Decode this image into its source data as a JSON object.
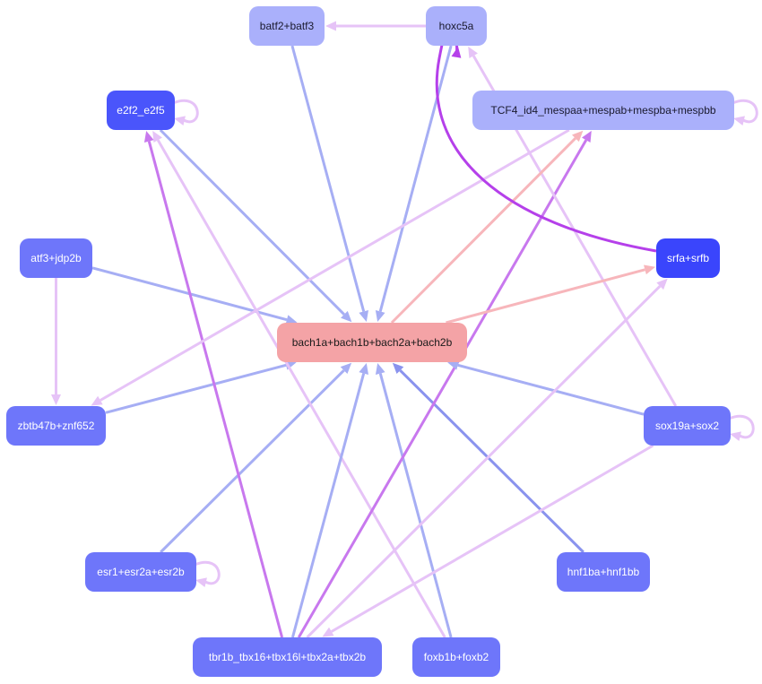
{
  "colors": {
    "hub": "#f4a3a6",
    "pale": "#aab0fb",
    "medium": "#6e76fa",
    "bright": "#4a55fb",
    "strong": "#3a45fc",
    "edge_blue": "#a6aef4",
    "edge_blue_dark": "#8a93ee",
    "edge_pink": "#f7b6bb",
    "edge_violet": "#c878ee",
    "edge_lilac": "#e6c3f7",
    "edge_purple": "#b540ea"
  },
  "nodes": [
    {
      "id": "bach",
      "label": "bach1a+bach1b+bach2a+bach2b",
      "color": "hub"
    },
    {
      "id": "batf",
      "label": "batf2+batf3",
      "color": "pale"
    },
    {
      "id": "hoxc5a",
      "label": "hoxc5a",
      "color": "pale"
    },
    {
      "id": "e2f2",
      "label": "e2f2_e2f5",
      "color": "bright"
    },
    {
      "id": "tcf4",
      "label": "TCF4_id4_mespaa+mespab+mespba+mespbb",
      "color": "pale"
    },
    {
      "id": "atf3",
      "label": "atf3+jdp2b",
      "color": "medium"
    },
    {
      "id": "srfa",
      "label": "srfa+srfb",
      "color": "strong"
    },
    {
      "id": "zbtb",
      "label": "zbtb47b+znf652",
      "color": "medium"
    },
    {
      "id": "sox19",
      "label": "sox19a+sox2",
      "color": "medium"
    },
    {
      "id": "esr1",
      "label": "esr1+esr2a+esr2b",
      "color": "medium"
    },
    {
      "id": "hnf1",
      "label": "hnf1ba+hnf1bb",
      "color": "medium"
    },
    {
      "id": "tbr1b",
      "label": "tbr1b_tbx16+tbx16l+tbx2a+tbx2b",
      "color": "medium"
    },
    {
      "id": "foxb1",
      "label": "foxb1b+foxb2",
      "color": "medium"
    }
  ],
  "edges": [
    {
      "from": "batf",
      "to": "bach",
      "color": "edge_blue"
    },
    {
      "from": "hoxc5a",
      "to": "bach",
      "color": "edge_blue"
    },
    {
      "from": "hoxc5a",
      "to": "batf",
      "color": "edge_lilac"
    },
    {
      "from": "e2f2",
      "to": "bach",
      "color": "edge_blue"
    },
    {
      "from": "atf3",
      "to": "bach",
      "color": "edge_blue"
    },
    {
      "from": "atf3",
      "to": "zbtb",
      "color": "edge_lilac"
    },
    {
      "from": "zbtb",
      "to": "bach",
      "color": "edge_blue"
    },
    {
      "from": "esr1",
      "to": "bach",
      "color": "edge_blue"
    },
    {
      "from": "hnf1",
      "to": "bach",
      "color": "edge_blue_dark"
    },
    {
      "from": "foxb1",
      "to": "bach",
      "color": "edge_blue"
    },
    {
      "from": "foxb1",
      "to": "e2f2",
      "color": "edge_lilac"
    },
    {
      "from": "tbr1b",
      "to": "bach",
      "color": "edge_blue"
    },
    {
      "from": "tbr1b",
      "to": "e2f2",
      "color": "edge_violet"
    },
    {
      "from": "tbr1b",
      "to": "tcf4",
      "color": "edge_violet"
    },
    {
      "from": "sox19",
      "to": "bach",
      "color": "edge_blue"
    },
    {
      "from": "sox19",
      "to": "hoxc5a",
      "color": "edge_lilac"
    },
    {
      "from": "sox19",
      "to": "tbr1b",
      "color": "edge_lilac"
    },
    {
      "from": "bach",
      "to": "tcf4",
      "color": "edge_pink"
    },
    {
      "from": "bach",
      "to": "srfa",
      "color": "edge_pink"
    },
    {
      "from": "tcf4",
      "to": "zbtb",
      "color": "edge_lilac"
    },
    {
      "from": "tbr1b",
      "to": "srfa",
      "color": "edge_lilac"
    },
    {
      "from": "srfa",
      "to": "hoxc5a",
      "color": "edge_purple",
      "curved": true
    }
  ],
  "self_loops": [
    {
      "node": "e2f2",
      "color": "edge_lilac"
    },
    {
      "node": "tcf4",
      "color": "edge_lilac"
    },
    {
      "node": "sox19",
      "color": "edge_lilac"
    },
    {
      "node": "esr1",
      "color": "edge_lilac"
    }
  ]
}
